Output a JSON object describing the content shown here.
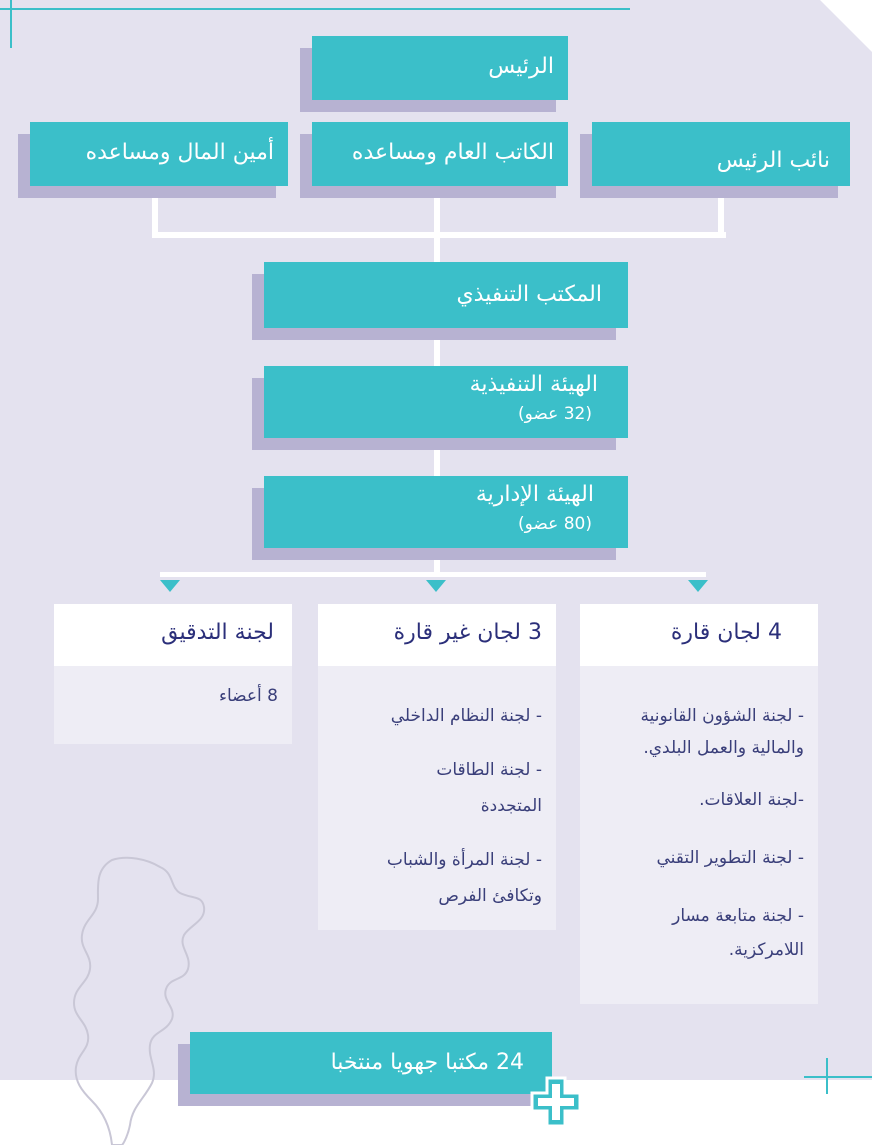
{
  "top": {
    "president": "الرئيس"
  },
  "row2": {
    "vice_president": "نائب الرئيس",
    "secretary": "الكاتب العام ومساعده",
    "treasurer": "أمين المال ومساعده"
  },
  "exec_office": "المكتب التنفيذي",
  "exec_body": {
    "title": "الهيئة التنفيذية",
    "members": "(32 عضو)"
  },
  "admin_body": {
    "title": "الهيئة الإدارية",
    "members": "(80 عضو)"
  },
  "permanent": {
    "title": "4 لجان قارة",
    "items": [
      "- لجنة الشؤون القانونية",
      "والمالية والعمل البلدي.",
      "-لجنة العلاقات.",
      "- لجنة التطوير التقني",
      "- لجنة متابعة مسار",
      "اللامركزية."
    ]
  },
  "nonpermanent": {
    "title": "3 لجان غير قارة",
    "items": [
      "- لجنة النظام الداخلي",
      "- لجنة الطاقات",
      "المتجددة",
      "- لجنة المرأة والشباب",
      "وتكافئ الفرص"
    ]
  },
  "audit": {
    "title": "لجنة التدقيق",
    "members": "8 أعضاء"
  },
  "regional": "24 مكتبا جهويا منتخبا",
  "colors": {
    "teal": "#3bbfc9",
    "shadow": "#b7b2d2",
    "panel": "#e4e2ef",
    "navy": "#2b2f7a"
  }
}
